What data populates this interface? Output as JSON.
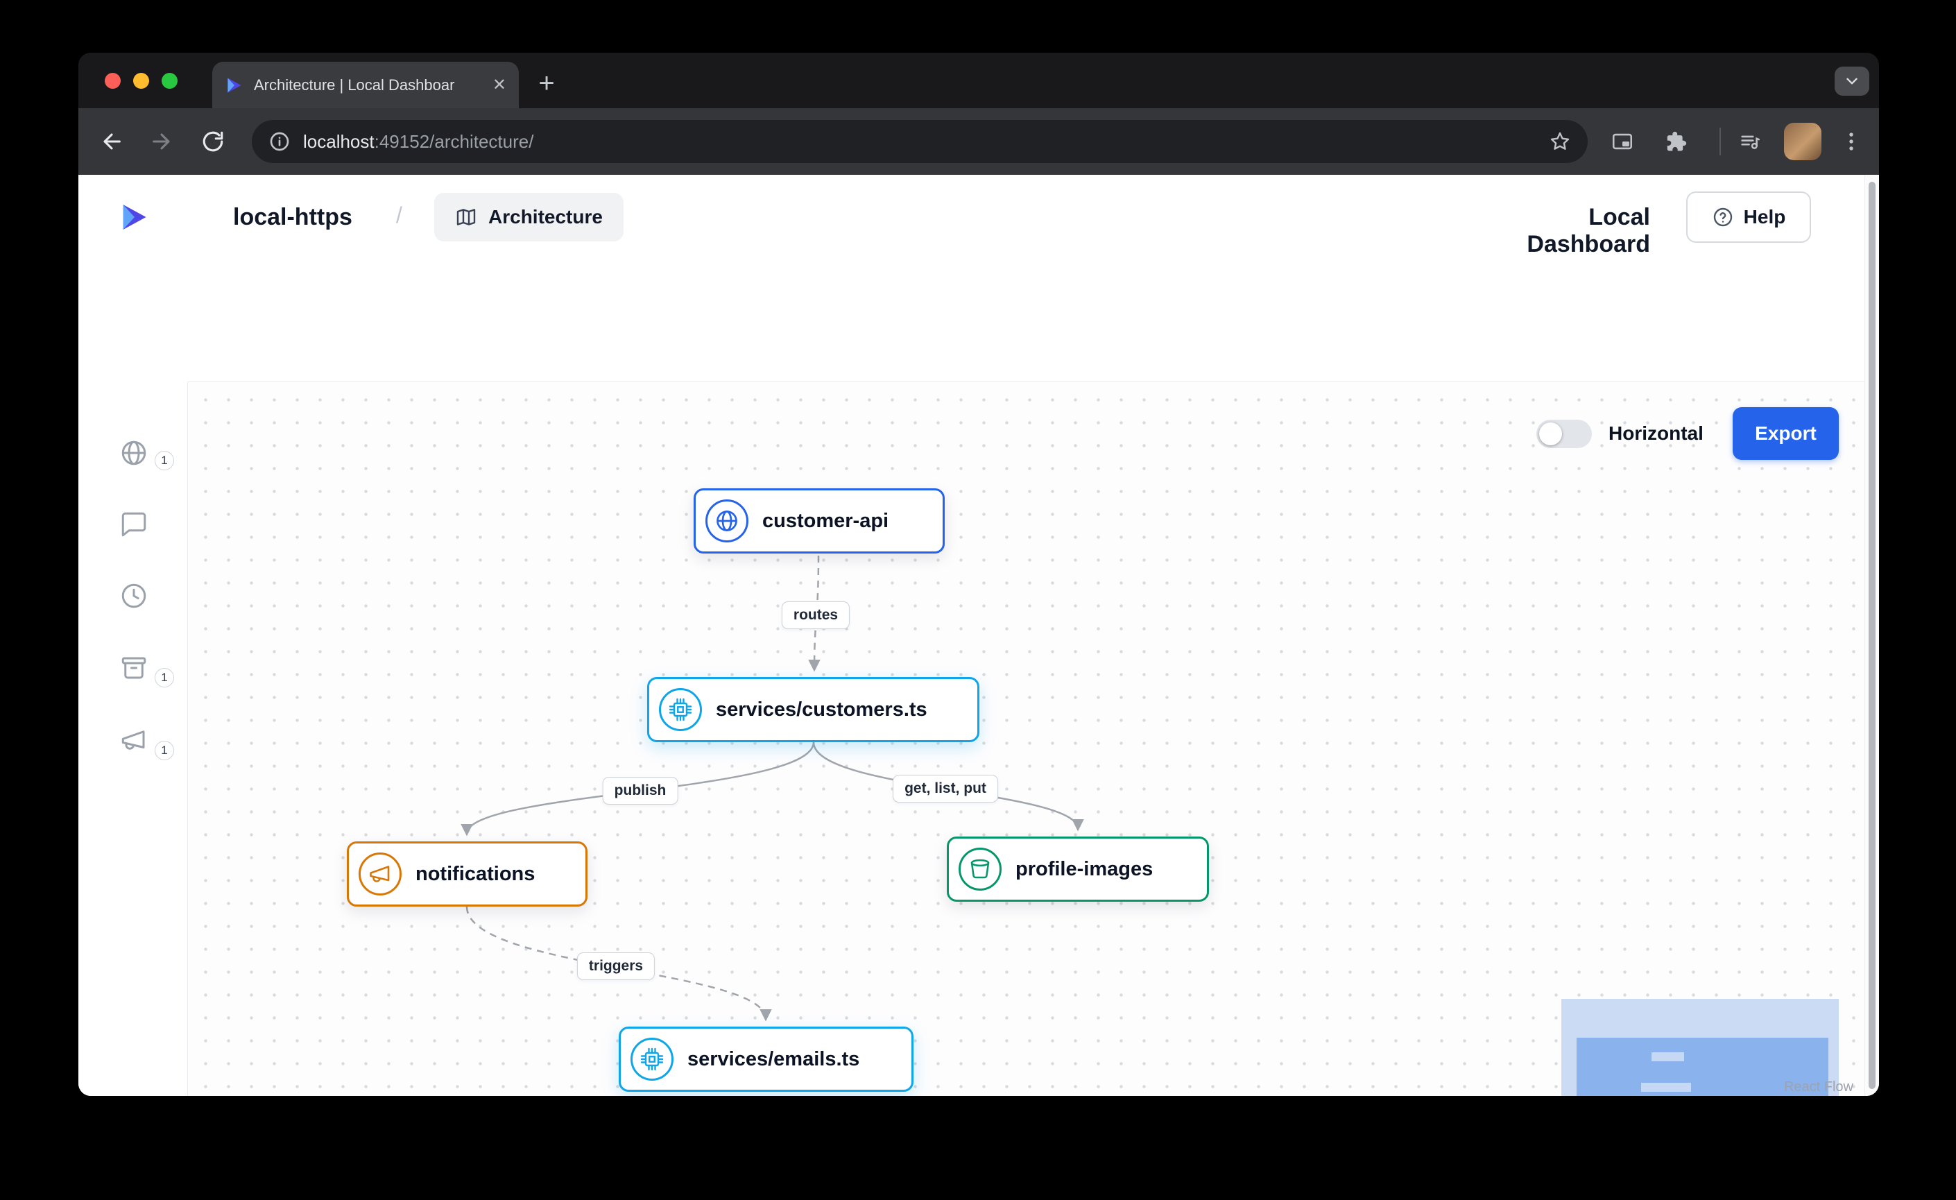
{
  "colors": {
    "api_blue": "#2563eb",
    "service_blue": "#0ea5e9",
    "topic_orange": "#d97706",
    "bucket_green": "#059669",
    "export_button_blue": "#2563eb"
  },
  "browser": {
    "tab_title": "Architecture | Local Dashboar",
    "url_host": "localhost",
    "url_rest": ":49152/architecture/"
  },
  "glyphs": {
    "new_tab": "+",
    "close_tab": "✕"
  },
  "header": {
    "project_name": "local-https",
    "breadcrumb_separator": "/",
    "architecture_button": "Architecture",
    "dashboard_title": "Local Dashboard",
    "help_button": "Help"
  },
  "sidebar": {
    "items": [
      {
        "icon": "globe-icon",
        "badge": "1"
      },
      {
        "icon": "chat-icon",
        "badge": ""
      },
      {
        "icon": "clock-icon",
        "badge": ""
      },
      {
        "icon": "archive-icon",
        "badge": "1"
      },
      {
        "icon": "megaphone-icon",
        "badge": "1"
      }
    ]
  },
  "canvas": {
    "toggle_label": "Horizontal",
    "export_button": "Export",
    "attribution": "React Flow",
    "nodes": [
      {
        "id": "customer-api",
        "label": "customer-api",
        "type": "api-gateway",
        "color": "#2563eb",
        "icon": "globe-icon"
      },
      {
        "id": "services-customers",
        "label": "services/customers.ts",
        "type": "service",
        "color": "#0ea5e9",
        "icon": "chip-icon"
      },
      {
        "id": "notifications",
        "label": "notifications",
        "type": "pubsub-topic",
        "color": "#d97706",
        "icon": "megaphone-icon"
      },
      {
        "id": "profile-images",
        "label": "profile-images",
        "type": "object-storage-bucket",
        "color": "#059669",
        "icon": "bucket-icon"
      },
      {
        "id": "services-emails",
        "label": "services/emails.ts",
        "type": "service",
        "color": "#0ea5e9",
        "icon": "chip-icon"
      }
    ],
    "edges": [
      {
        "from": "customer-api",
        "to": "services-customers",
        "label": "routes",
        "style": "dashed"
      },
      {
        "from": "services-customers",
        "to": "notifications",
        "label": "publish",
        "style": "solid"
      },
      {
        "from": "services-customers",
        "to": "profile-images",
        "label": "get, list, put",
        "style": "solid"
      },
      {
        "from": "notifications",
        "to": "services-emails",
        "label": "triggers",
        "style": "dashed"
      }
    ]
  }
}
